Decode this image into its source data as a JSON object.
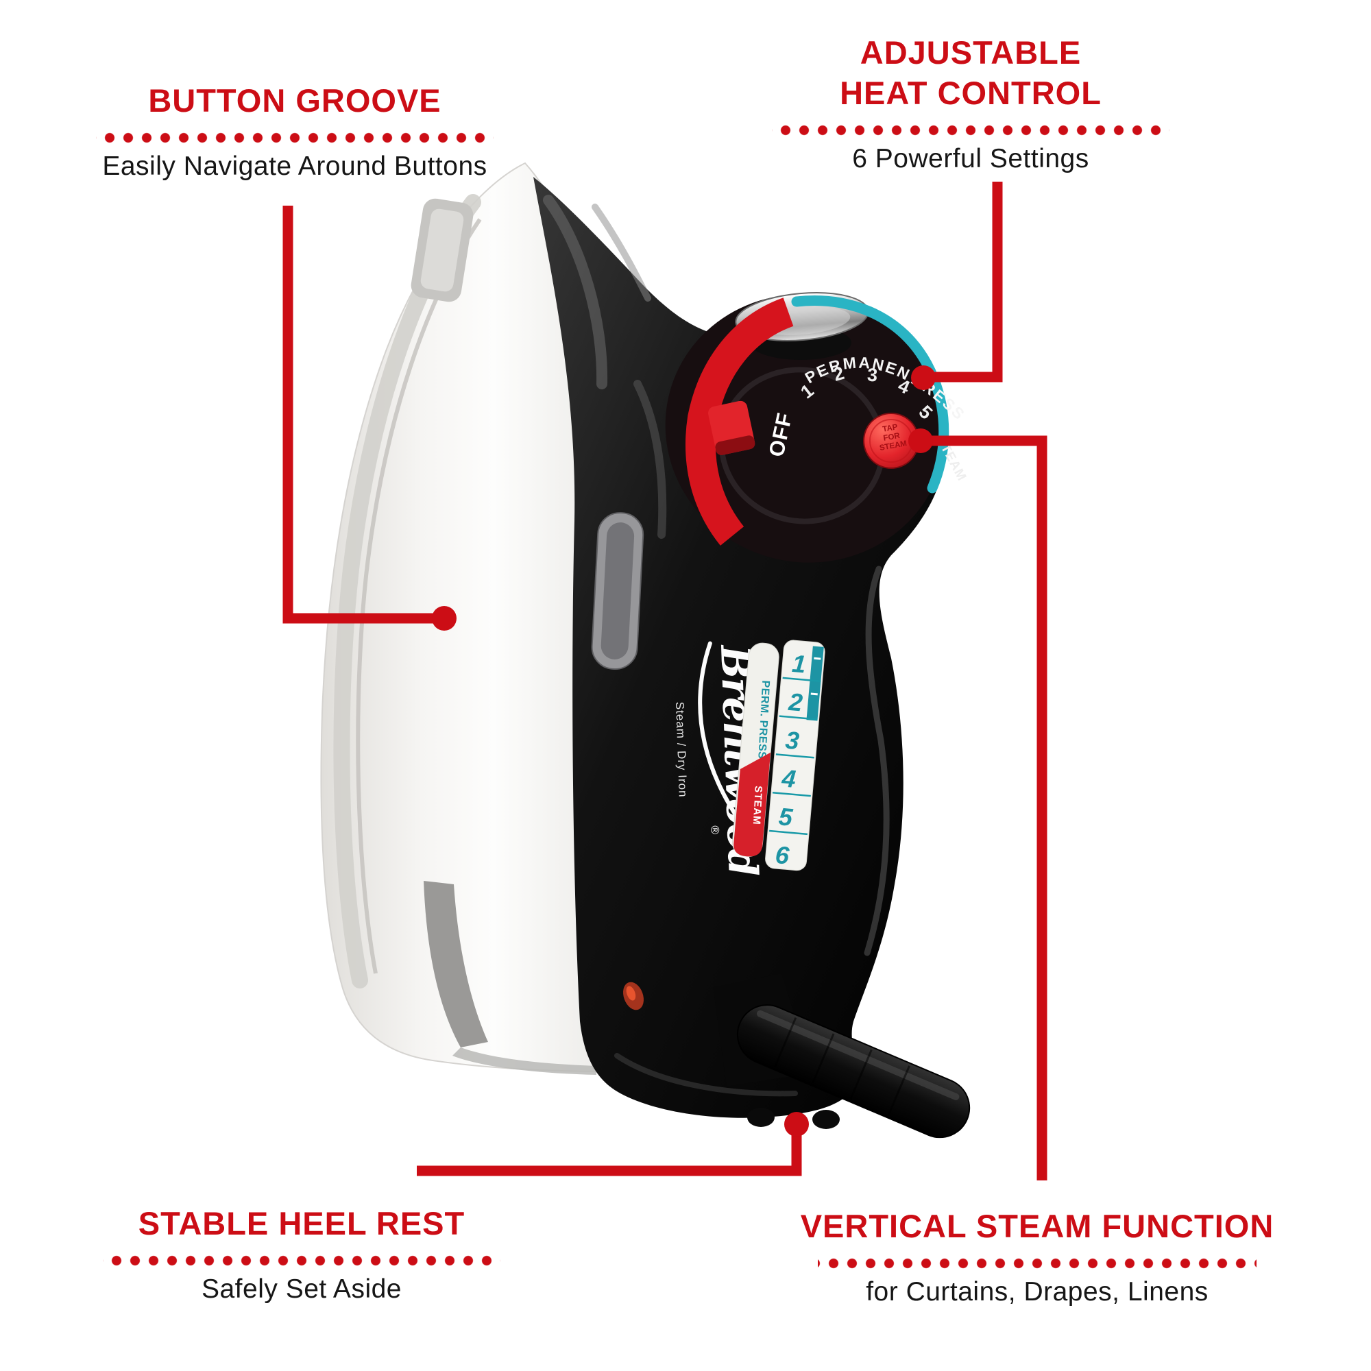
{
  "colors": {
    "accent_red": "#cc0d15",
    "teal": "#2ab4c4",
    "button_red": "#e3242b"
  },
  "callouts": {
    "button_groove": {
      "title": "BUTTON GROOVE",
      "subtitle": "Easily Navigate Around Buttons"
    },
    "heat_control": {
      "title_line1": "ADJUSTABLE",
      "title_line2": "HEAT CONTROL",
      "subtitle": "6 Powerful Settings"
    },
    "heel_rest": {
      "title": "STABLE HEEL REST",
      "subtitle": "Safely Set Aside"
    },
    "vertical_steam": {
      "title": "VERTICAL STEAM FUNCTION",
      "subtitle": "for Curtains, Drapes, Linens"
    }
  },
  "iron": {
    "brand": "Brentwood",
    "brand_reg": "®",
    "product_type": "Steam / Dry Iron",
    "dial": {
      "arc_label_1": "PERMANENT",
      "arc_label_2": "PRESS",
      "numbers": [
        "1",
        "2",
        "3",
        "4",
        "5"
      ],
      "steam_label": "STEAM",
      "off_label": "OFF"
    },
    "steam_button": {
      "line1": "TAP",
      "line2": "FOR",
      "line3": "STEAM"
    },
    "fabric_guide": {
      "perm_press": "PERM. PRESS",
      "steam": "STEAM",
      "numbers": [
        "1",
        "2",
        "3",
        "4",
        "5",
        "6"
      ]
    }
  }
}
